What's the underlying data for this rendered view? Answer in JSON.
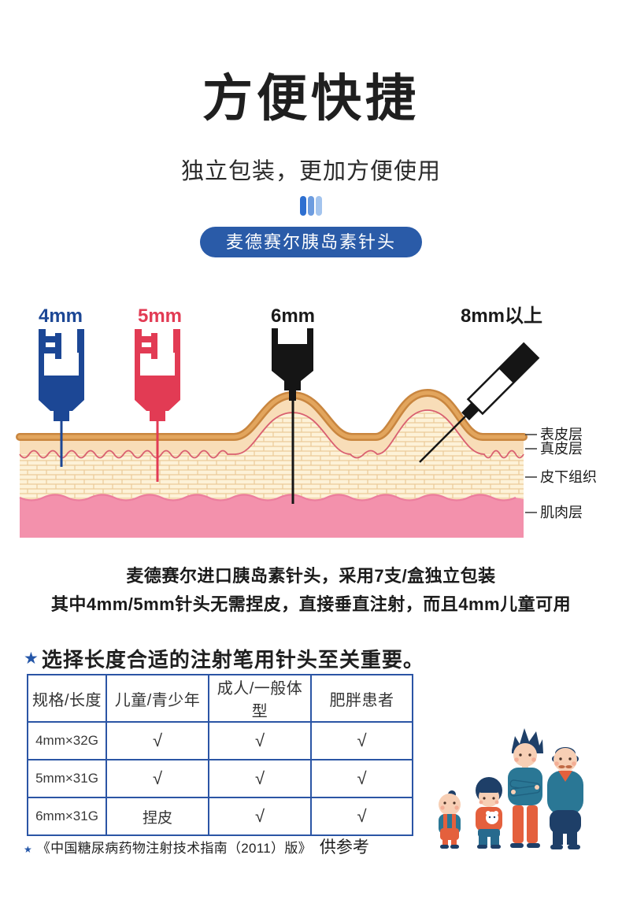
{
  "content": {
    "title": "方便快捷",
    "subtitle": "独立包装，更加方便使用",
    "badge": "麦德赛尔胰岛素针头",
    "caption_line1": "麦德赛尔进口胰岛素针头，采用7支/盒独立包装",
    "caption_line2": "其中4mm/5mm针头无需捏皮，直接垂直注射，而且4mm儿童可用",
    "section_star": "★",
    "section_heading": "选择长度合适的注射笔用针头至关重要。",
    "footnote_star": "★",
    "footnote_source": "《中国糖尿病药物注射技术指南（2011）版》",
    "footnote_suffix": "供参考"
  },
  "diagram": {
    "needle_labels": {
      "n4": "4mm",
      "n5": "5mm",
      "n6": "6mm",
      "n8": "8mm以上"
    },
    "layer_labels": {
      "epidermis": "表皮层",
      "dermis": "真皮层",
      "subcutaneous": "皮下组织",
      "muscle": "肌肉层"
    }
  },
  "table": {
    "headers": [
      "规格/长度",
      "儿童/青少年",
      "成人/一般体型",
      "肥胖患者"
    ],
    "rows": [
      [
        "4mm×32G",
        "√",
        "√",
        "√"
      ],
      [
        "5mm×31G",
        "√",
        "√",
        "√"
      ],
      [
        "6mm×31G",
        "捏皮",
        "√",
        "√"
      ]
    ]
  },
  "colors": {
    "accent_blue": "#2a5ba8",
    "needle_blue": "#1c4795",
    "needle_red": "#e23b54",
    "needle_black": "#151515",
    "table_border": "#2b55a5",
    "bar_colors": [
      "#2e6fd0",
      "#6d9cdf",
      "#a3c4ee"
    ],
    "skin_tan": "#c9863f",
    "muscle_pink": "#f391ac"
  }
}
